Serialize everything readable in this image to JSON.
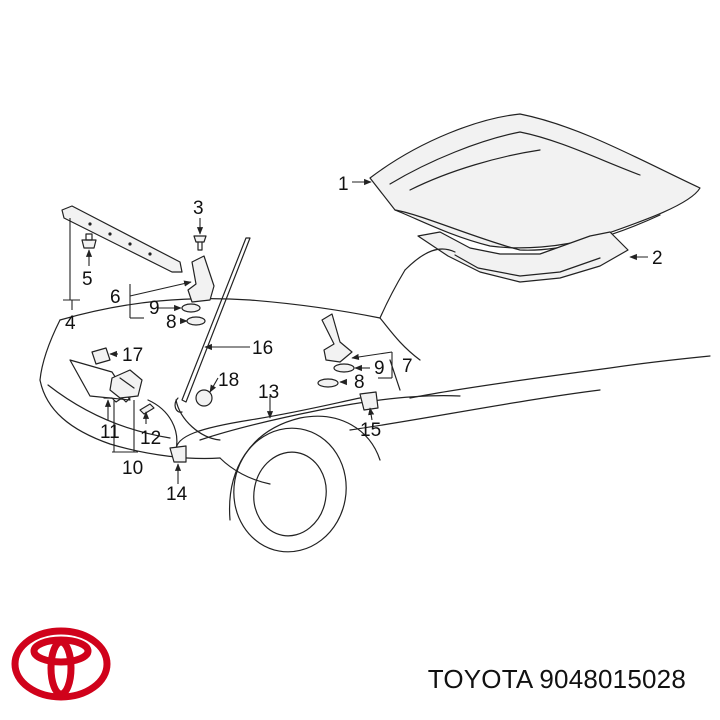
{
  "callouts": {
    "c1": "1",
    "c2": "2",
    "c3": "3",
    "c4": "4",
    "c5": "5",
    "c6": "6",
    "c7": "7",
    "c8a": "8",
    "c8b": "8",
    "c9a": "9",
    "c9b": "9",
    "c10": "10",
    "c11": "11",
    "c12": "12",
    "c13": "13",
    "c14": "14",
    "c15": "15",
    "c16": "16",
    "c17": "17",
    "c18": "18"
  },
  "brand": {
    "name": "TOYOTA",
    "part_number": "9048015028",
    "logo_icon": "toyota-logo-icon",
    "logo_color": "#d0021b"
  },
  "caption": "TOYOTA 9048015028"
}
